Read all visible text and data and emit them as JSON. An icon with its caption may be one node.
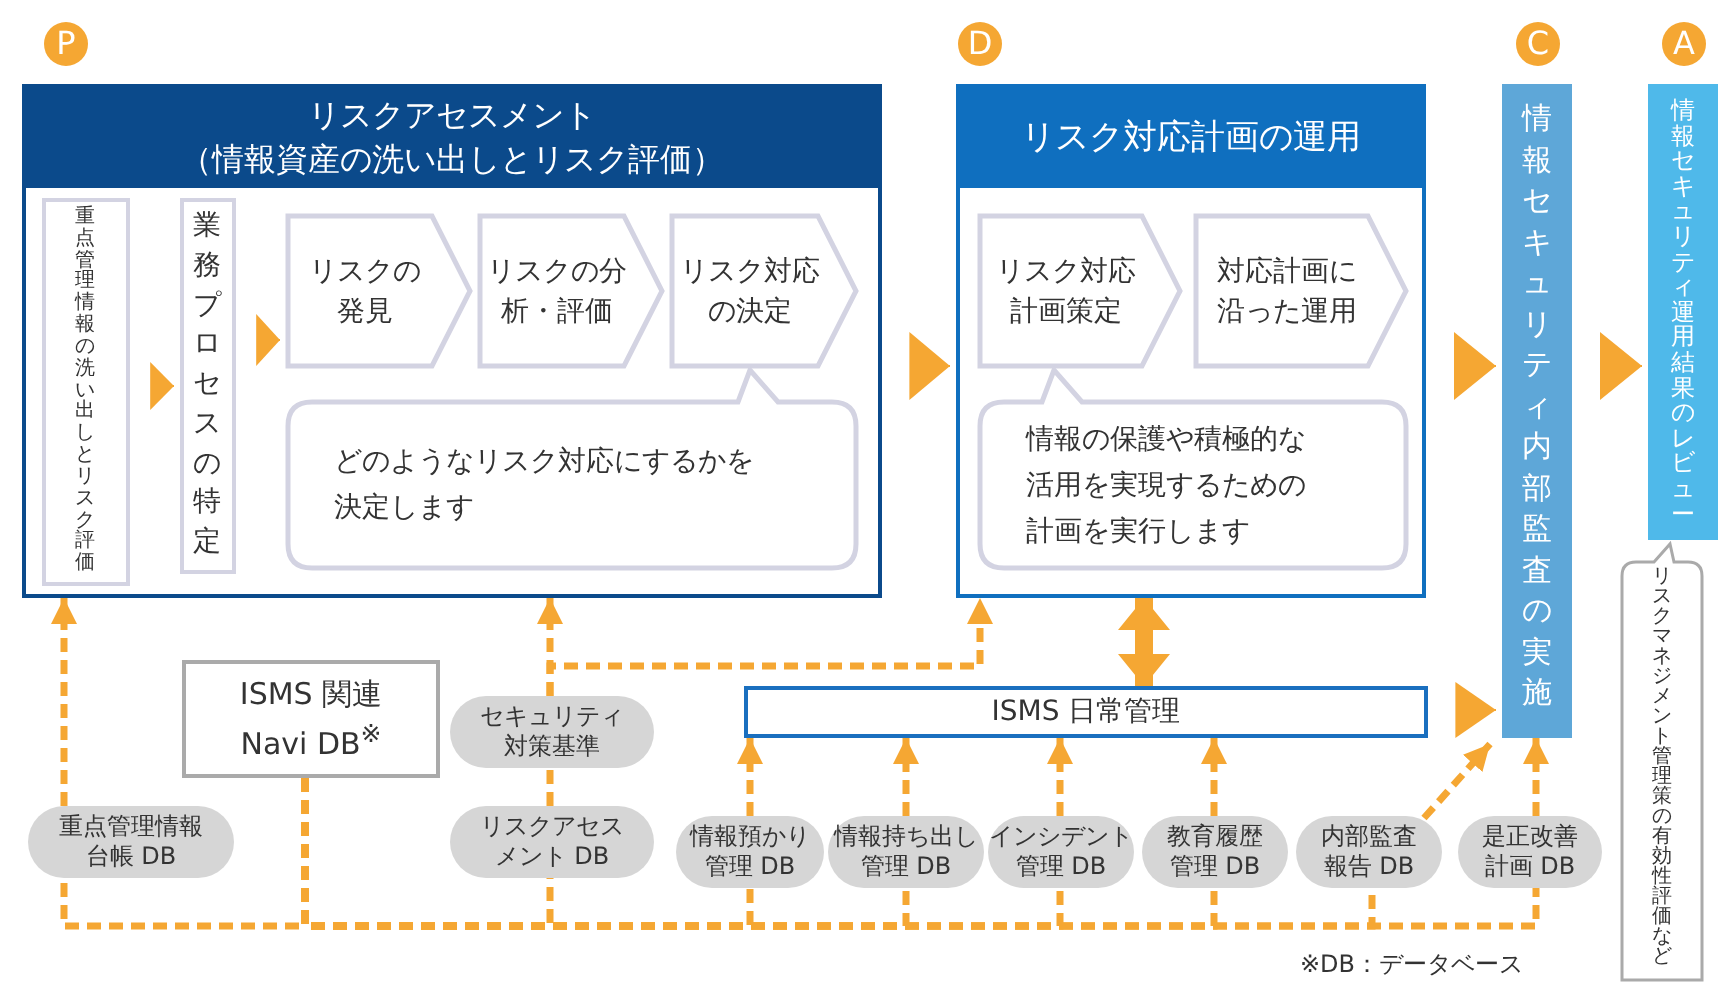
{
  "diagram": {
    "nodes": [
      {
        "text": [
          "リスクアセスメント",
          "（情報資産の洗い出しとリスク評価）"
        ],
        "beside": [
          "P"
        ]
      },
      {
        "text": [
          "重点管理情報の洗い出しとリスク評価"
        ],
        "in": 0
      },
      {
        "text": [
          "業務プロセスの特定"
        ],
        "in": 0
      },
      {
        "text": [
          "リスクの発見"
        ],
        "in": 0
      },
      {
        "text": [
          "リスクの分析・評価"
        ],
        "in": 0
      },
      {
        "text": [
          "リスク対応の決定"
        ],
        "in": 0
      },
      {
        "text": [
          "どのようなリスク対応にするかを決定します"
        ],
        "in": 0
      },
      {
        "text": [
          "リスク対応計画の運用"
        ],
        "beside": [
          "D"
        ]
      },
      {
        "text": [
          "リスク対応計画策定"
        ],
        "in": 7
      },
      {
        "text": [
          "対応計画に沿った運用"
        ],
        "in": 7
      },
      {
        "text": [
          "情報の保護や積極的な活用を実現するための計画を実行します"
        ],
        "in": 7
      },
      {
        "text": [
          "情報セキュリティ内部監査の実施"
        ],
        "beside": [
          "C"
        ]
      },
      {
        "text": [
          "情報セキュリティ運用結果のレビュー"
        ],
        "beside": [
          "A"
        ]
      },
      {
        "text": [
          "リスクマネジメント管理策の有効性評価など"
        ]
      },
      {
        "text": [
          "ISMS 関連 Navi DB$^{※}$"
        ]
      },
      {
        "text": [
          "セキュリティ対策基準"
        ]
      },
      {
        "text": [
          "ISMS 日常管理"
        ]
      },
      {
        "text": [
          "重点管理情報台帳 DB"
        ]
      },
      {
        "text": [
          "リスクアセスメント DB"
        ]
      },
      {
        "text": [
          "情報預かり管理 DB"
        ]
      },
      {
        "text": [
          "情報持ち出し管理 DB"
        ]
      },
      {
        "text": [
          "インシデント管理 DB"
        ]
      },
      {
        "text": [
          "教育履歴管理 DB"
        ]
      },
      {
        "text": [
          "内部監査報告 DB"
        ]
      },
      {
        "text": [
          "是正改善計画 DB"
        ]
      }
    ],
    "edges": [
      {
        "from": 1,
        "to": 2,
        "arrow": "to"
      },
      {
        "from": 2,
        "to": 3,
        "arrow": "to"
      },
      {
        "from": 0,
        "to": 7,
        "arrow": "to"
      },
      {
        "from": 7,
        "to": 11,
        "arrow": "to"
      },
      {
        "from": 11,
        "to": 12,
        "arrow": "to"
      },
      {
        "from": 16,
        "to": 11,
        "arrow": "to"
      },
      {
        "from": 16,
        "to": 7,
        "arrow": "both",
        "style": "thick"
      },
      {
        "from": 17,
        "to": 0,
        "arrow": "to",
        "style": "dashed"
      },
      {
        "from": 18,
        "to": 15,
        "arrow": "none",
        "style": "dashed"
      },
      {
        "from": 15,
        "to": 0,
        "arrow": "to",
        "style": "dashed"
      },
      {
        "from": 15,
        "to": 7,
        "arrow": "to",
        "style": "dashed"
      },
      {
        "from": 19,
        "to": 16,
        "arrow": "to",
        "style": "dashed"
      },
      {
        "from": 20,
        "to": 16,
        "arrow": "to",
        "style": "dashed"
      },
      {
        "from": 21,
        "to": 16,
        "arrow": "to",
        "style": "dashed"
      },
      {
        "from": 22,
        "to": 16,
        "arrow": "to",
        "style": "dashed"
      },
      {
        "from": 23,
        "to": 11,
        "arrow": "to",
        "style": "dashed"
      },
      {
        "from": 24,
        "to": 11,
        "arrow": "to",
        "style": "dashed"
      },
      {
        "from": 14,
        "to": 17,
        "arrow": "none",
        "style": "dashed"
      },
      {
        "from": 14,
        "to": 18,
        "arrow": "none",
        "style": "dashed"
      },
      {
        "from": 14,
        "to": 19,
        "arrow": "none",
        "style": "dashed"
      },
      {
        "from": 14,
        "to": 20,
        "arrow": "none",
        "style": "dashed"
      },
      {
        "from": 14,
        "to": 21,
        "arrow": "none",
        "style": "dashed"
      },
      {
        "from": 14,
        "to": 22,
        "arrow": "none",
        "style": "dashed"
      },
      {
        "from": 14,
        "to": 23,
        "arrow": "none",
        "style": "dashed"
      },
      {
        "from": 14,
        "to": 24,
        "arrow": "none",
        "style": "dashed"
      }
    ],
    "labels": [
      "※DB：データベース"
    ]
  }
}
